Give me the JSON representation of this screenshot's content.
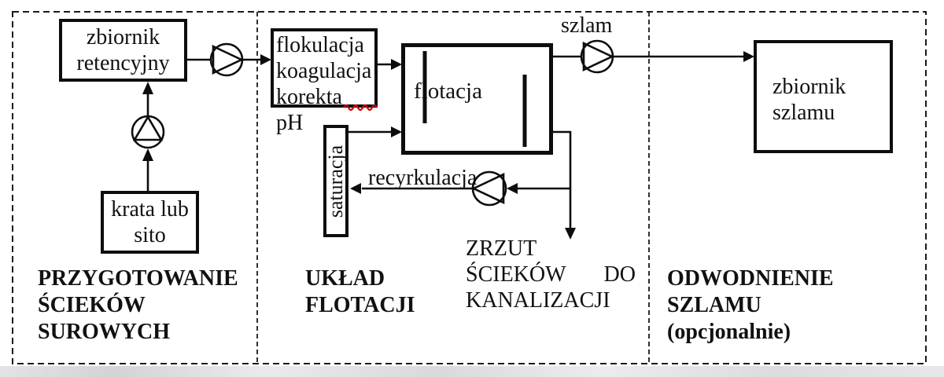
{
  "diagram_title": "Schemat układu flotacji ścieków (process flow diagram)",
  "sections": {
    "preparation": {
      "lines": [
        "PRZYGOTOWANIE",
        "ŚCIEKÓW",
        "SUROWYCH"
      ]
    },
    "flotation_unit": {
      "lines": [
        "UKŁAD",
        "FLOTACJI"
      ]
    },
    "dewatering": {
      "lines": [
        "ODWODNIENIE",
        "SZLAMU",
        "(opcjonalnie)"
      ]
    }
  },
  "nodes": {
    "retention_tank": {
      "lines": [
        "zbiornik",
        "retencyjny"
      ]
    },
    "screen": {
      "lines": [
        "krata lub",
        "sito"
      ]
    },
    "chemical_stage": {
      "lines": [
        "flokulacja",
        "koagulacja",
        "korekta pH"
      ]
    },
    "flotation": {
      "label": "flotacja"
    },
    "saturation": {
      "label": "saturacja"
    },
    "sludge_tank": {
      "lines": [
        "zbiornik",
        "szlamu"
      ]
    }
  },
  "flow_labels": {
    "sludge": "szlam",
    "recirculation": "recyrkulacja",
    "discharge_line1": "ZRZUT",
    "discharge_line2a": "ŚCIEKÓW",
    "discharge_line2b": "DO",
    "discharge_line3": "KANALIZACJI"
  },
  "icons": {
    "pump": "pump-icon: circle with inscribed triangle pointing in flow direction",
    "arrow": "solid black arrowhead on flow lines"
  },
  "colors": {
    "ink": "#111111",
    "spellcheck_underline": "#d10000",
    "background": "#ffffff"
  }
}
